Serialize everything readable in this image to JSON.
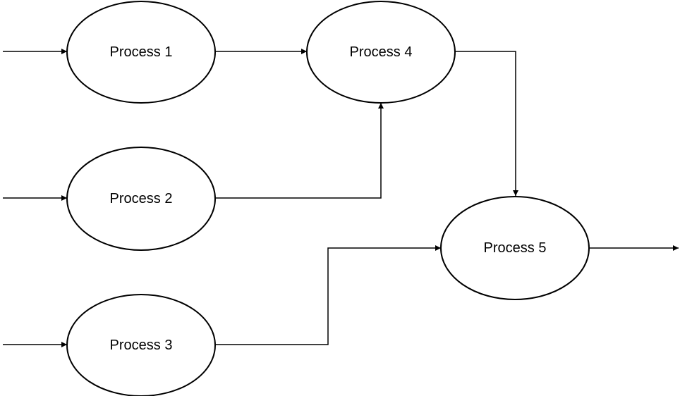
{
  "diagram": {
    "nodes": [
      {
        "id": "p1",
        "label": "Process 1"
      },
      {
        "id": "p2",
        "label": "Process 2"
      },
      {
        "id": "p3",
        "label": "Process 3"
      },
      {
        "id": "p4",
        "label": "Process 4"
      },
      {
        "id": "p5",
        "label": "Process 5"
      }
    ],
    "edges": [
      {
        "from": "",
        "to": "p1"
      },
      {
        "from": "",
        "to": "p2"
      },
      {
        "from": "",
        "to": "p3"
      },
      {
        "from": "p1",
        "to": "p4"
      },
      {
        "from": "p2",
        "to": "p4"
      },
      {
        "from": "p4",
        "to": "p5"
      },
      {
        "from": "p3",
        "to": "p5"
      },
      {
        "from": "p5",
        "to": ""
      }
    ]
  }
}
